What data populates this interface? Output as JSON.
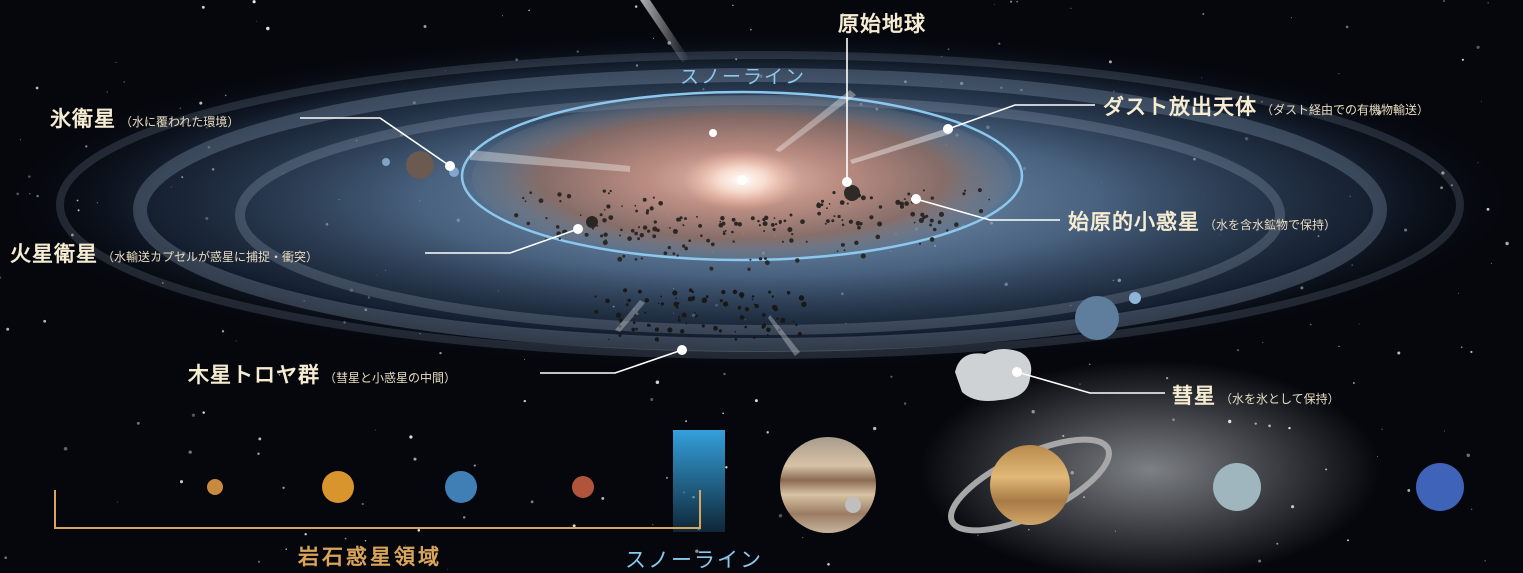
{
  "labels": {
    "primitive_earth": "原始地球",
    "snow_line_orbit": "スノーライン",
    "ice_moons": {
      "main": "氷衛星",
      "sub": "（水に覆われた環境）"
    },
    "dust_emitters": {
      "main": "ダスト放出天体",
      "sub": "（ダスト経由での有機物輸送）"
    },
    "primitive_asteroids": {
      "main": "始原的小惑星",
      "sub": "（水を含水鉱物で保持）"
    },
    "mars_moons": {
      "main": "火星衛星",
      "sub": "（水輸送カプセルが惑星に捕捉・衝突）"
    },
    "jupiter_trojans": {
      "main": "木星トロヤ群",
      "sub": "（彗星と小惑星の中間）"
    },
    "comets": {
      "main": "彗星",
      "sub": "（水を氷として保持）"
    },
    "rocky_region": "岩石惑星領域",
    "snow_line_bottom": "スノーライン"
  },
  "colors": {
    "label_text": "#f6ecd2",
    "snow_line": "#8cc8ee",
    "rocky_bracket": "#d9a55a",
    "disk_blue": "#6f93b8",
    "inner_disk": "#c98e7c"
  },
  "planets": [
    {
      "name": "mercury",
      "color": "#c98a3e"
    },
    {
      "name": "venus",
      "color": "#d8952e"
    },
    {
      "name": "earth",
      "color": "#3f7fb6"
    },
    {
      "name": "mars",
      "color": "#b0553c"
    },
    {
      "name": "jupiter",
      "color": "#c8b093"
    },
    {
      "name": "saturn",
      "color": "#c99a5a"
    },
    {
      "name": "uranus",
      "color": "#9fb6be"
    },
    {
      "name": "neptune",
      "color": "#3e63b8"
    }
  ]
}
